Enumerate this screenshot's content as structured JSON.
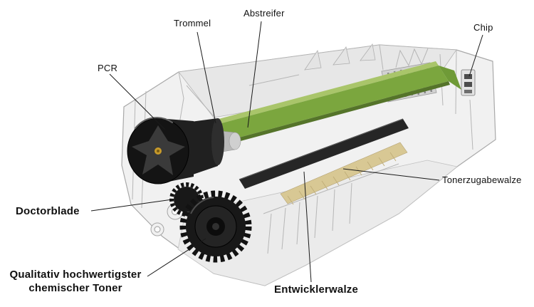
{
  "figure": {
    "labels": {
      "trommel": "Trommel",
      "abstreifer": "Abstreifer",
      "chip": "Chip",
      "pcr": "PCR",
      "tonerzugabewalze": "Tonerzugabewalze",
      "doctorblade": "Doctorblade",
      "toner_line1": "Qualitativ hochwertigster",
      "toner_line2": "chemischer Toner",
      "entwicklerwalze": "Entwicklerwalze"
    }
  },
  "colors": {
    "drum_green": "#7ba63e",
    "drum_green_light": "#a9c56a",
    "drum_green_dark": "#55742a",
    "roller_dark": "#262626",
    "toner_roller_tan": "#d8c894",
    "body_fill": "#f1f1f1",
    "body_line": "#a9a9a9",
    "label_text": "#111111",
    "leader_line": "#1a1a1a"
  }
}
